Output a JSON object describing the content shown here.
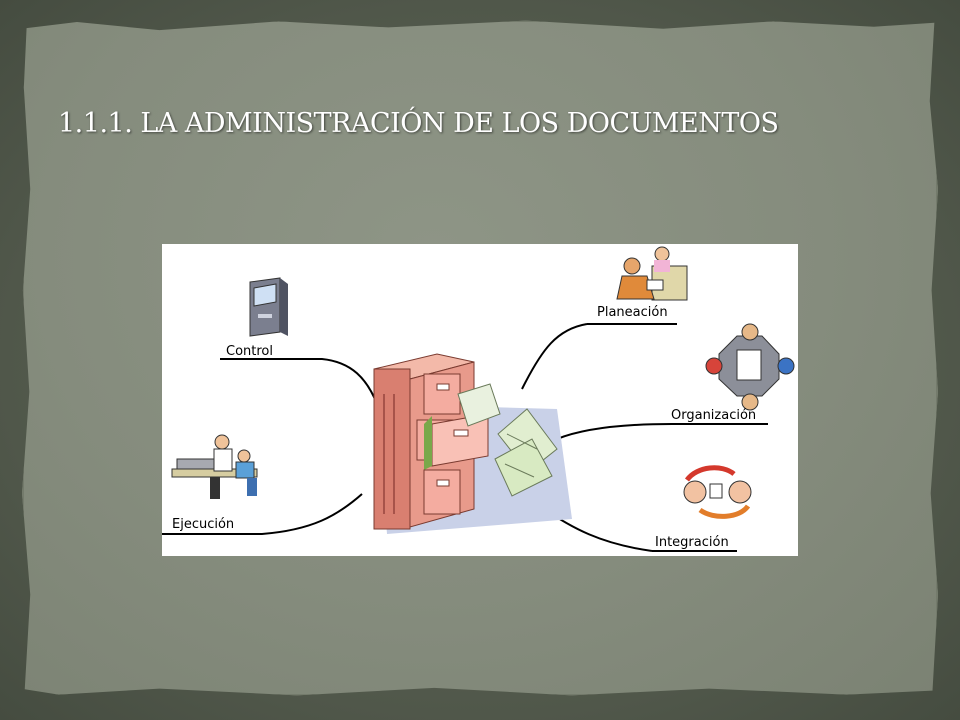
{
  "slide": {
    "title": "1.1.1. LA ADMINISTRACIÓN DE LOS DOCUMENTOS"
  },
  "diagram": {
    "center_icon": "filing-cabinet-icon",
    "branches": [
      {
        "label": "Control",
        "icon": "archive-box-icon"
      },
      {
        "label": "Ejecución",
        "icon": "office-workers-icon"
      },
      {
        "label": "Planeación",
        "icon": "meeting-icon"
      },
      {
        "label": "Organización",
        "icon": "team-circle-icon"
      },
      {
        "label": "Integración",
        "icon": "people-exchange-icon"
      }
    ]
  },
  "colors": {
    "frame": "#5a6151",
    "panel": "#878e7f",
    "cabinet": "#e59a8a",
    "cabinet_shadow": "#c8d0e6",
    "paper": "#dfeecd"
  }
}
